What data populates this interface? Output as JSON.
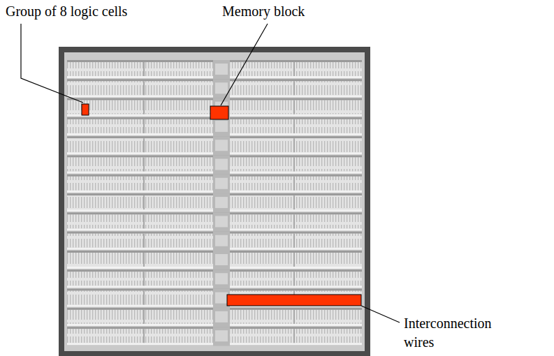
{
  "diagram": {
    "labels": [
      "Group of 8 logic cells",
      "Memory block",
      "Interconnection wires"
    ]
  }
}
